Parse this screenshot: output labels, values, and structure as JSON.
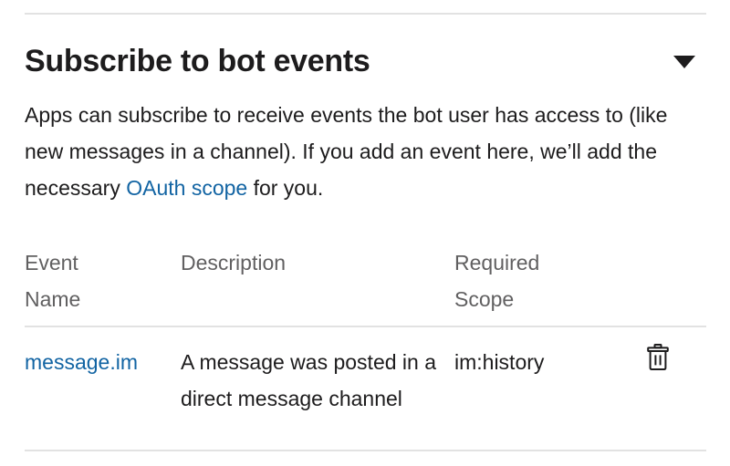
{
  "section": {
    "title": "Subscribe to bot events",
    "collapse_icon": "chevron-down-icon",
    "description_part1": "Apps can subscribe to receive events the bot user has access to (like new messages in a channel). If you add an event here, we’ll add the necessary ",
    "description_link": "OAuth scope",
    "description_part2": " for you."
  },
  "table": {
    "columns": [
      {
        "label": "Event Name"
      },
      {
        "label": "Description"
      },
      {
        "label": "Required Scope"
      },
      {
        "label": ""
      }
    ],
    "rows": [
      {
        "event_name": "message.im",
        "description": "A message was posted in a direct message channel",
        "required_scope": "im:history",
        "delete_icon": "trash-icon"
      }
    ]
  },
  "colors": {
    "link": "#1264a3",
    "text": "#1d1c1d",
    "muted": "#616061",
    "divider": "#e2e2e2"
  }
}
